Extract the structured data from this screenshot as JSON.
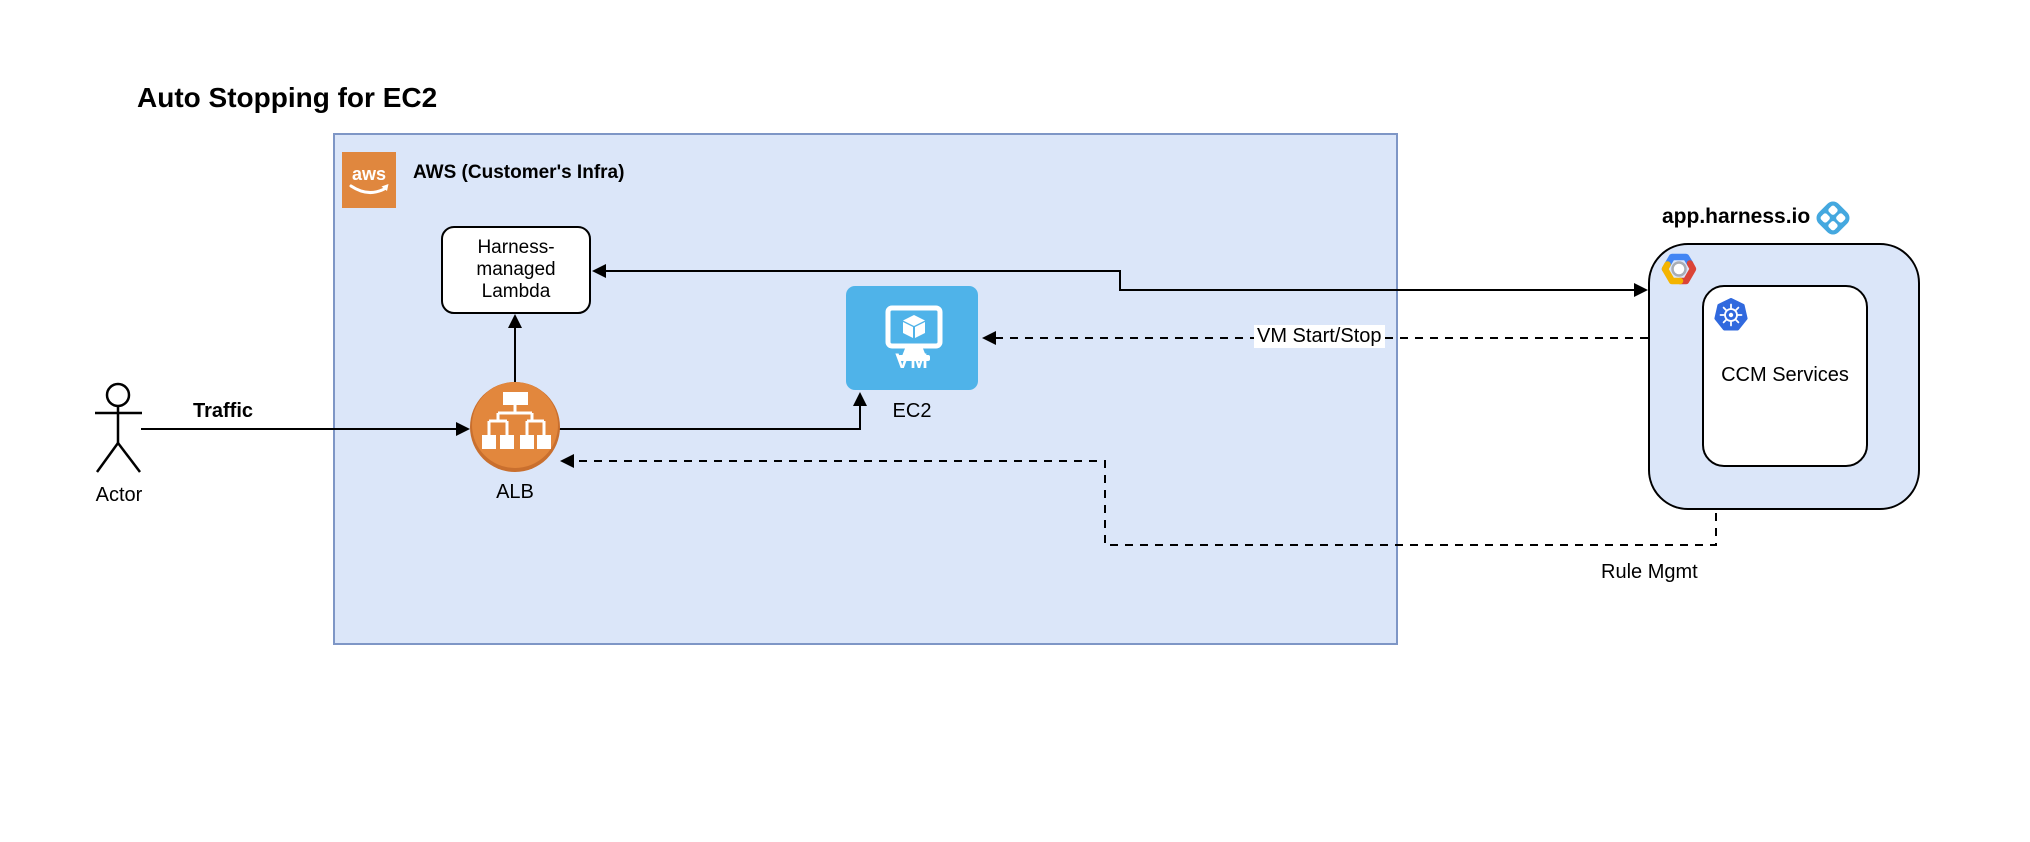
{
  "title": "Auto Stopping for EC2",
  "aws_group": {
    "label": "AWS (Customer's Infra)",
    "logo_text": "aws"
  },
  "nodes": {
    "actor": {
      "label": "Actor"
    },
    "lambda": {
      "line1": "Harness-managed",
      "line2": "Lambda"
    },
    "alb": {
      "label": "ALB"
    },
    "ec2": {
      "label": "EC2",
      "vm_text": "VM"
    },
    "harness": {
      "label": "app.harness.io"
    },
    "ccm": {
      "label": "CCM Services"
    }
  },
  "edges": {
    "traffic": {
      "label": "Traffic",
      "style": "solid",
      "from": "Actor",
      "to": "ALB"
    },
    "alb_to_lambda": {
      "style": "solid",
      "from": "ALB",
      "to": "Harness-managed Lambda"
    },
    "alb_to_ec2": {
      "style": "solid",
      "from": "ALB",
      "to": "EC2"
    },
    "lambda_harness": {
      "style": "solid",
      "bidirectional": true,
      "from": "Harness-managed Lambda",
      "to": "app.harness.io"
    },
    "vm_start_stop": {
      "label": "VM Start/Stop",
      "style": "dashed",
      "from": "app.harness.io",
      "to": "EC2"
    },
    "rule_mgmt": {
      "label": "Rule Mgmt",
      "style": "dashed",
      "from": "app.harness.io",
      "to": "ALB"
    }
  },
  "colors": {
    "group_fill": "#dbe6f9",
    "aws_group_border": "#7e96c6",
    "aws_orange": "#e0873e",
    "alb_orange": "#e2873d",
    "alb_orange_dark": "#c96f2e",
    "vm_blue": "#4fb3e9",
    "harness_blue": "#44a8df",
    "k8s_blue": "#3069de",
    "gcp_blue": "#4285f4",
    "gcp_red": "#db4437",
    "gcp_yellow": "#f4b400",
    "line": "#000000"
  }
}
